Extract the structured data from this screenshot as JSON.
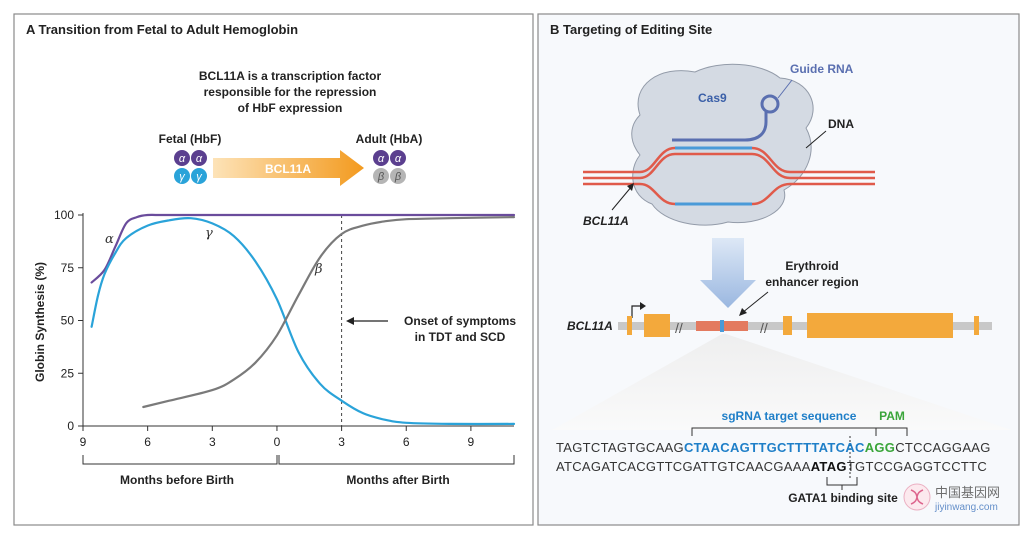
{
  "panel_a": {
    "title": "A  Transition from Fetal to Adult Hemoglobin",
    "description_lines": [
      "BCL11A is a transcription factor",
      "responsible for the repression",
      "of HbF expression"
    ],
    "fetal_label": "Fetal (HbF)",
    "adult_label": "Adult (HbA)",
    "arrow_label": "BCL11A",
    "subunit_alpha": "α",
    "subunit_gamma": "γ",
    "subunit_beta": "β",
    "annotation_lines": [
      "Onset of symptoms",
      "in TDT and SCD"
    ],
    "xgroup_before": "Months before Birth",
    "xgroup_after": "Months after Birth",
    "colors": {
      "alpha": "#6a4c9c",
      "gamma": "#2aa3d9",
      "beta": "#7a7a7a",
      "arrow": "#f5a623"
    }
  },
  "chart_data": {
    "type": "line",
    "xlabel": "",
    "ylabel": "Globin Synthesis (%)",
    "xlim": [
      -9,
      11
    ],
    "ylim": [
      0,
      100
    ],
    "x_ticks": [
      -9,
      -6,
      -3,
      0,
      3,
      6,
      9
    ],
    "x_tick_labels": [
      "9",
      "6",
      "3",
      "0",
      "3",
      "6",
      "9"
    ],
    "y_ticks": [
      0,
      25,
      50,
      75,
      100
    ],
    "y_tick_labels": [
      "0",
      "25",
      "50",
      "75",
      "100"
    ],
    "vline_at": 3,
    "series": [
      {
        "name": "α",
        "color": "#6a4c9c",
        "x": [
          -8.6,
          -8,
          -7.5,
          -7,
          -6.5,
          -6,
          -5,
          0,
          5,
          11
        ],
        "y": [
          68,
          74,
          85,
          96,
          99,
          100,
          100,
          100,
          100,
          100
        ]
      },
      {
        "name": "γ",
        "color": "#2aa3d9",
        "x": [
          -8.6,
          -8.3,
          -8,
          -7.5,
          -7,
          -6,
          -5,
          -4,
          -3,
          -2,
          -1,
          0,
          1,
          2,
          3,
          4,
          5,
          6,
          8,
          11
        ],
        "y": [
          47,
          62,
          72,
          82,
          89,
          95,
          97.5,
          98.5,
          96,
          90,
          78,
          60,
          35,
          20,
          12,
          6,
          3,
          1.5,
          1,
          1
        ]
      },
      {
        "name": "β",
        "color": "#7a7a7a",
        "x": [
          -6.2,
          -5,
          -3,
          -2,
          -1,
          0,
          1,
          2,
          3,
          4,
          5,
          6,
          8,
          11
        ],
        "y": [
          9,
          12,
          17,
          22,
          30,
          43,
          62,
          80,
          91,
          95,
          97,
          98,
          98.5,
          99
        ]
      }
    ]
  },
  "panel_b": {
    "title": "B  Targeting of Editing Site",
    "guide_rna": "Guide RNA",
    "cas9": "Cas9",
    "dna": "DNA",
    "bcl11a_top": "BCL11A",
    "bcl11a_gene": "BCL11A",
    "enhancer_lines": [
      "Erythroid",
      "enhancer region"
    ],
    "sgrna_label": "sgRNA target sequence",
    "pam_label": "PAM",
    "gata1_label": "GATA1 binding site",
    "seq_top": {
      "prefix": "TAGTCTAGTGCAAG",
      "target": "CTAACAGTTGCTTTTATCAC",
      "pam": "AGG",
      "suffix": "CTCCAGGAAG"
    },
    "seq_bottom": {
      "prefix": "ATCAGATCACGTTCGATTGTCAACGAAA",
      "gata": "ATAG",
      "suffix": "TGTCCGAGGTCCTTC"
    },
    "colors": {
      "target": "#1f7fc8",
      "pam": "#3aa53a",
      "orange": "#f3a93c",
      "red": "#e05a4a"
    }
  },
  "watermark": {
    "cn": "中国基因网",
    "url": "jiyinwang.com"
  }
}
